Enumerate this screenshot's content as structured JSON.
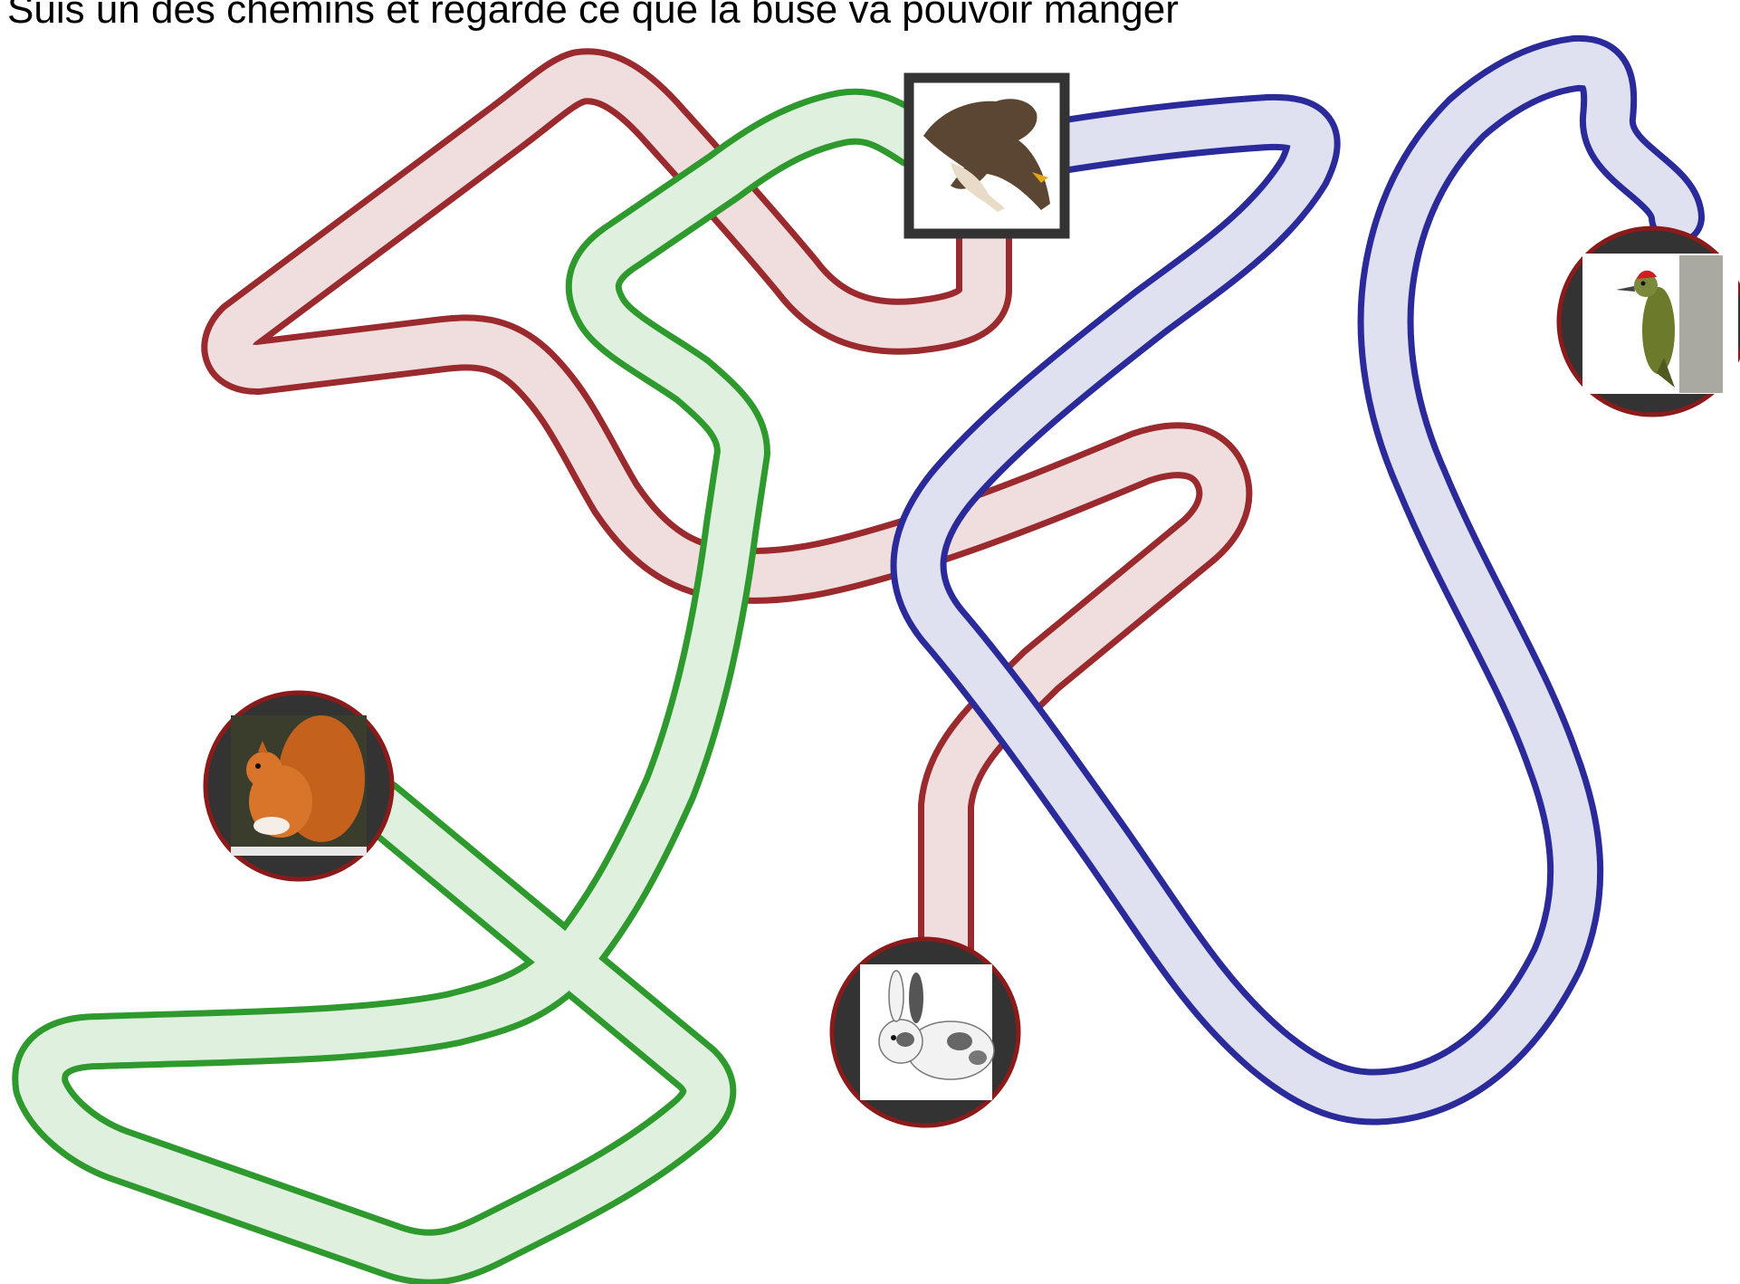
{
  "instruction": "Suis un des chemins et regarde ce que la buse va pouvoir manger",
  "start": {
    "name": "buse",
    "icon": "buzzard-icon"
  },
  "endpoints": [
    {
      "name": "écureuil",
      "icon": "squirrel-icon"
    },
    {
      "name": "lapin",
      "icon": "rabbit-icon"
    },
    {
      "name": "pic vert",
      "icon": "woodpecker-icon"
    }
  ],
  "paths": [
    {
      "color": "red",
      "leads_to": "lapin",
      "stroke": "#9a2a2e",
      "fill": "#f0dede"
    },
    {
      "color": "green",
      "leads_to": "écureuil",
      "stroke": "#2e9a2e",
      "fill": "#dff0df"
    },
    {
      "color": "blue",
      "leads_to": "pic vert",
      "stroke": "#2a2a9a",
      "fill": "#dfe0f0"
    }
  ],
  "colors": {
    "frame": "#333333",
    "circle_border": "#8b1a1a"
  }
}
